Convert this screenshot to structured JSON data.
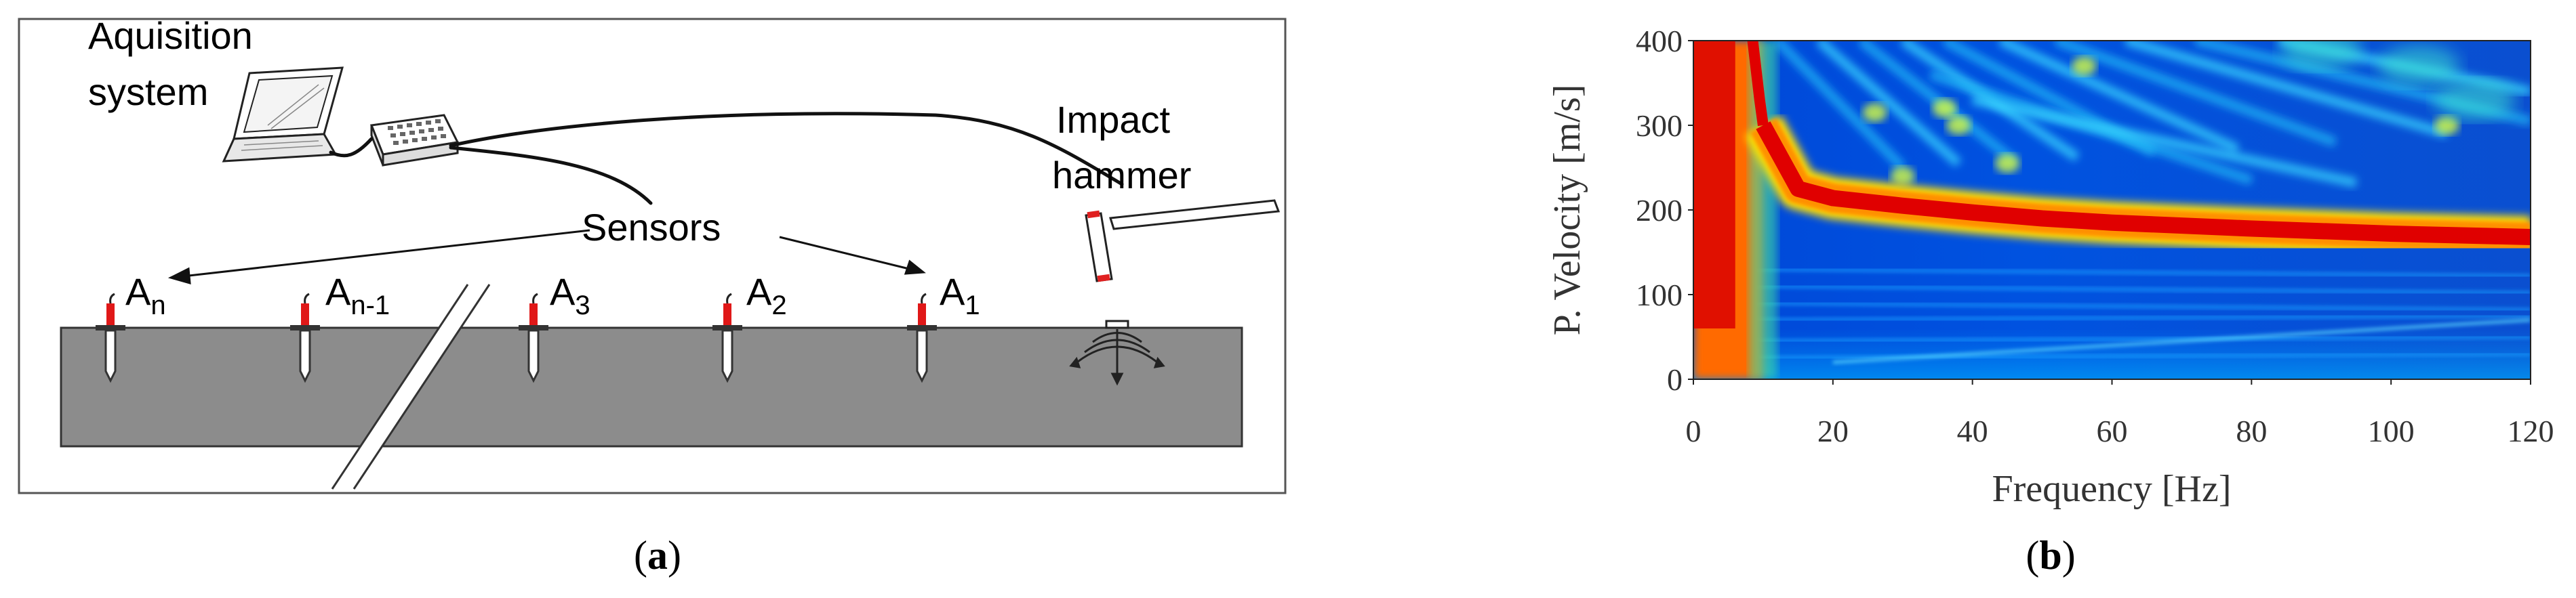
{
  "panel_a": {
    "caption_open": "(",
    "caption_letter": "a",
    "caption_close": ")",
    "acquisition_line1": "Aquisition",
    "acquisition_line2": "system",
    "hammer_line1": "Impact",
    "hammer_line2": "hammer",
    "sensors_label": "Sensors",
    "sensor_base": "A",
    "sensors": [
      {
        "sub": "n"
      },
      {
        "sub": "n-1"
      },
      {
        "sub": "3"
      },
      {
        "sub": "2"
      },
      {
        "sub": "1"
      }
    ]
  },
  "panel_b": {
    "caption_open": "(",
    "caption_letter": "b",
    "caption_close": ")"
  },
  "chart_data": {
    "type": "heatmap",
    "xlabel": "Frequency [Hz]",
    "ylabel": "P. Velocity [m/s]",
    "xlim": [
      0,
      120
    ],
    "ylim": [
      0,
      400
    ],
    "xticks": [
      "0",
      "20",
      "40",
      "60",
      "80",
      "100",
      "120"
    ],
    "yticks": [
      "0",
      "100",
      "200",
      "300",
      "400"
    ],
    "colormap": "jet",
    "dispersion_curve": {
      "frequency": [
        10,
        15,
        20,
        30,
        40,
        50,
        60,
        80,
        100,
        120
      ],
      "velocity": [
        300,
        225,
        214,
        205,
        197,
        190,
        185,
        178,
        172,
        168
      ]
    }
  }
}
